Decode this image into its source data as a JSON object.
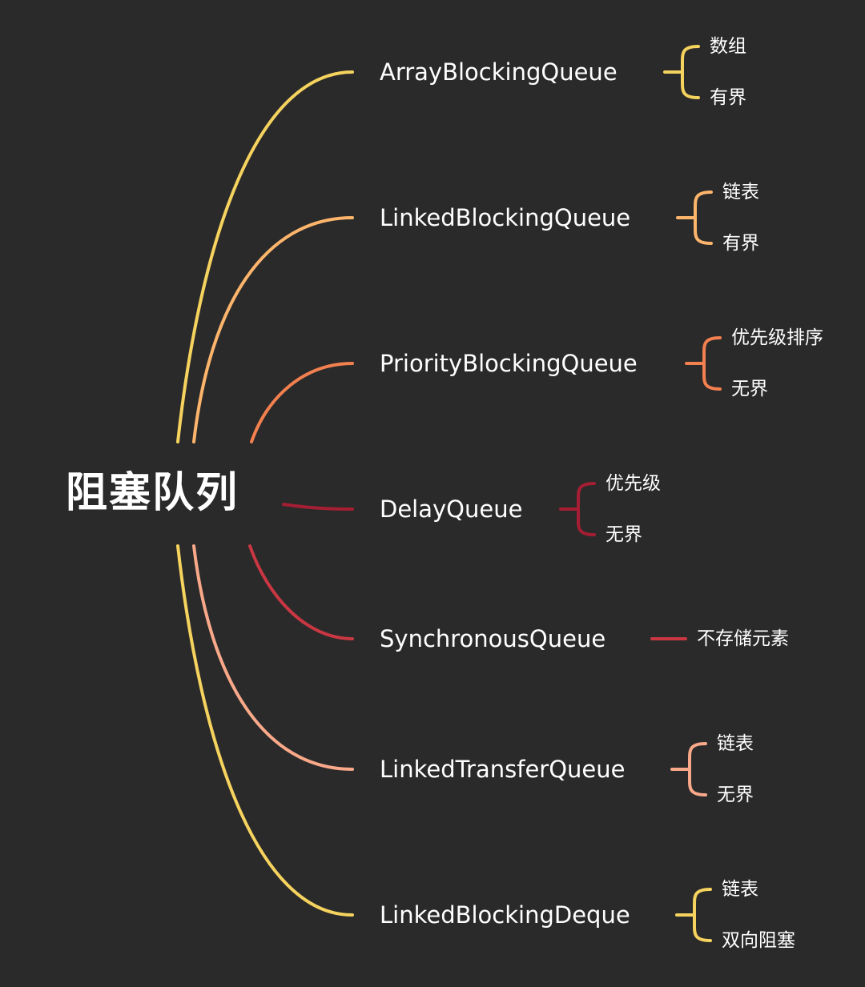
{
  "root": {
    "label": "阻塞队列"
  },
  "branches": [
    {
      "label": "ArrayBlockingQueue",
      "color": "#f5d35e",
      "leaves": [
        "数组",
        "有界"
      ]
    },
    {
      "label": "LinkedBlockingQueue",
      "color": "#fdb56c",
      "leaves": [
        "链表",
        "有界"
      ]
    },
    {
      "label": "PriorityBlockingQueue",
      "color": "#f3804f",
      "leaves": [
        "优先级排序",
        "无界"
      ]
    },
    {
      "label": "DelayQueue",
      "color": "#a51e33",
      "leaves": [
        "优先级",
        "无界"
      ]
    },
    {
      "label": "SynchronousQueue",
      "color": "#c93743",
      "leaves": [
        "不存储元素"
      ]
    },
    {
      "label": "LinkedTransferQueue",
      "color": "#f9a98a",
      "leaves": [
        "链表",
        "无界"
      ]
    },
    {
      "label": "LinkedBlockingDeque",
      "color": "#f5d35e",
      "leaves": [
        "链表",
        "双向阻塞"
      ]
    }
  ]
}
